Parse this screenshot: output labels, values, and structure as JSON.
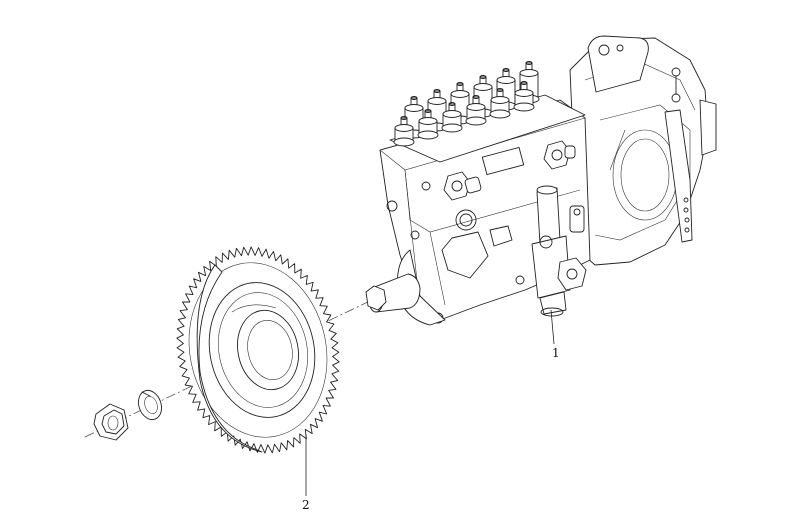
{
  "diagram": {
    "callouts": [
      {
        "id": "1",
        "label": "1",
        "part": "injection-pump"
      },
      {
        "id": "2",
        "label": "2",
        "part": "drive-gear"
      }
    ],
    "line_color": "#222222",
    "background": "#ffffff"
  }
}
